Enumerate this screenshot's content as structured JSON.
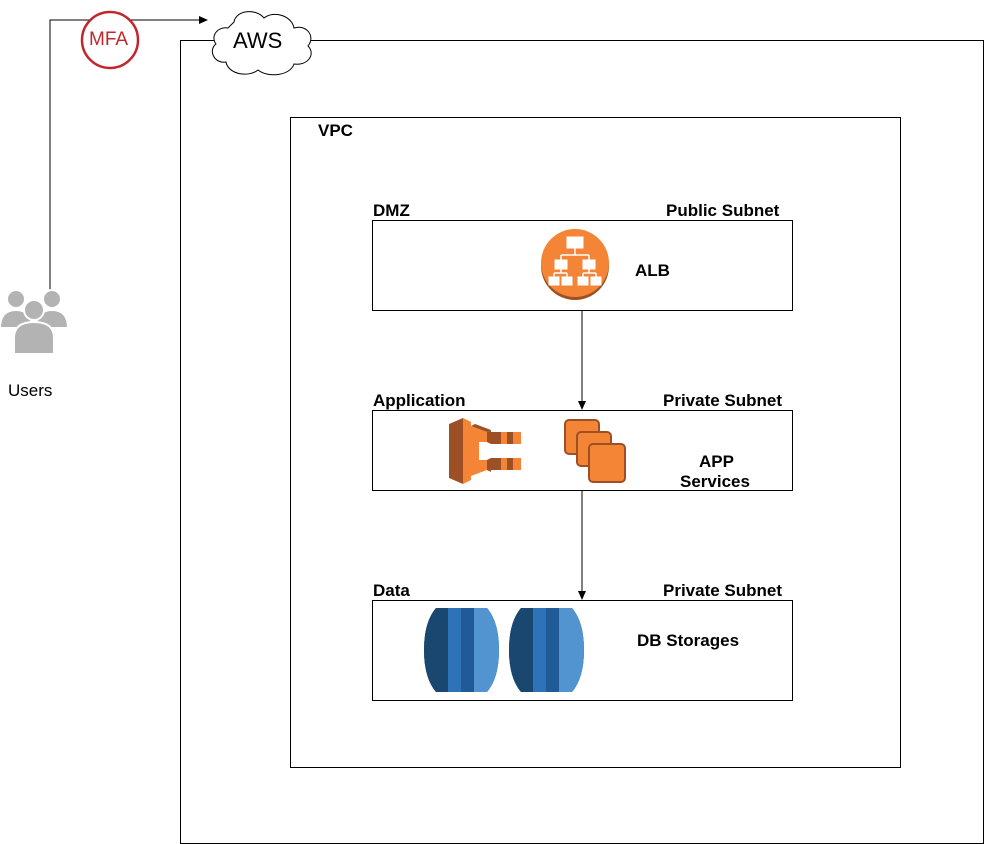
{
  "aws": {
    "label": "AWS"
  },
  "mfa": {
    "label": "MFA",
    "color": "#c0272d"
  },
  "users": {
    "label": "Users",
    "icon": "users-icon",
    "color": "#b3b3b3"
  },
  "vpc": {
    "label": "VPC"
  },
  "subnets": [
    {
      "left": "DMZ",
      "right": "Public Subnet",
      "service": "ALB",
      "icons": [
        "load-balancer-icon"
      ]
    },
    {
      "left": "Application",
      "right": "Private Subnet",
      "service_line1": "APP",
      "service_line2": "Services",
      "icons": [
        "ecs-icon",
        "ec2-instances-icon"
      ]
    },
    {
      "left": "Data",
      "right": "Private Subnet",
      "service": "DB Storages",
      "icons": [
        "rds-database-icon",
        "rds-database-icon"
      ]
    }
  ],
  "colors": {
    "aws_orange": "#f58536",
    "aws_orange_dark": "#9d5025",
    "rds_blue": "#2e73b8",
    "rds_dark": "#1a476f",
    "rds_light": "#5294cf"
  }
}
